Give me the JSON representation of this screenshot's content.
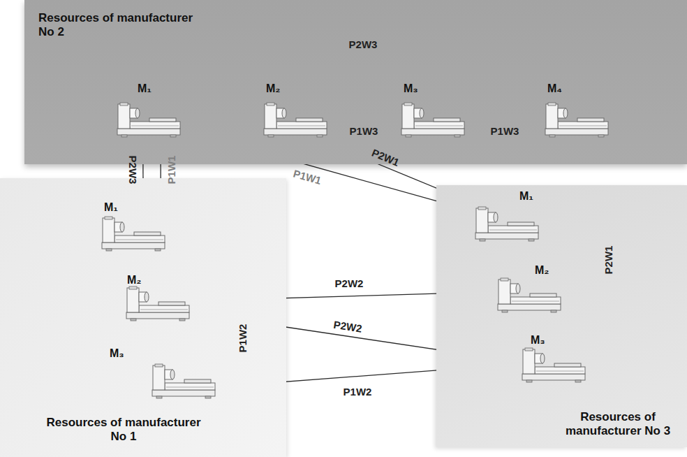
{
  "diagram": {
    "nodes": [
      {
        "text": [
          "Resources of manufacturer No 2"
        ]
      },
      {
        "text": [
          "M₁"
        ],
        "in": 0
      },
      {
        "text": [
          "M₂"
        ],
        "in": 0
      },
      {
        "text": [
          "M₃"
        ],
        "in": 0
      },
      {
        "text": [
          "M₄"
        ],
        "in": 0
      },
      {
        "text": [
          "Resources of manufacturer No 1"
        ]
      },
      {
        "text": [
          "M₁"
        ],
        "in": 5
      },
      {
        "text": [
          "M₂"
        ],
        "in": 5
      },
      {
        "text": [
          "M₃"
        ],
        "in": 5
      },
      {
        "text": [
          "Resources of manufacturer No 3"
        ]
      },
      {
        "text": [
          "M₁"
        ],
        "in": 9
      },
      {
        "text": [
          "M₂"
        ],
        "in": 9
      },
      {
        "text": [
          "M₃"
        ],
        "in": 9
      }
    ],
    "edges": [
      {
        "from": 4,
        "to": 1,
        "label": "P2W3",
        "arrow": "to"
      },
      {
        "from": 2,
        "to": 3,
        "label": "P1W3",
        "arrow": "to"
      },
      {
        "from": 3,
        "to": 4,
        "label": "P1W3",
        "arrow": "to"
      },
      {
        "from": 1,
        "to": 6,
        "label": "P2W3",
        "arrow": "to"
      },
      {
        "from": 6,
        "to": 1,
        "label": "P1W1",
        "arrow": "to"
      },
      {
        "from": 1,
        "to": 10,
        "label": "P1W1",
        "arrow": "to"
      },
      {
        "from": 10,
        "to": 2,
        "label": "P2W1",
        "arrow": "to"
      },
      {
        "from": 11,
        "to": 10,
        "label": "P2W1",
        "arrow": "to"
      },
      {
        "from": 7,
        "to": 11,
        "label": "P2W2",
        "arrow": "to"
      },
      {
        "from": 12,
        "to": 7,
        "label": "P2W2",
        "arrow": "to"
      },
      {
        "from": 7,
        "to": 8,
        "label": "P1W2",
        "arrow": "to"
      },
      {
        "from": 8,
        "to": 12,
        "label": "P1W2",
        "arrow": "to"
      }
    ]
  }
}
